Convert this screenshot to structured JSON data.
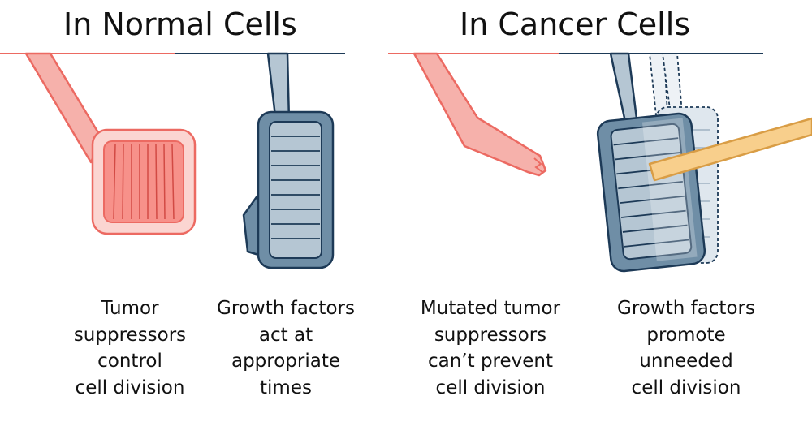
{
  "panels": {
    "normal": {
      "heading": "In Normal Cells",
      "brake_caption": [
        "Tumor",
        "suppressors",
        "control",
        "cell division"
      ],
      "gas_caption": [
        "Growth factors",
        "act at",
        "appropriate",
        "times"
      ]
    },
    "cancer": {
      "heading": "In Cancer Cells",
      "brake_caption": [
        "Mutated tumor",
        "suppressors",
        "can’t prevent",
        "cell division"
      ],
      "gas_caption": [
        "Growth factors",
        "promote",
        "unneeded",
        "cell division"
      ]
    }
  },
  "colors": {
    "brake_fill": "#f6b1ab",
    "brake_stroke": "#ec6a62",
    "brake_inner": "#f7918a",
    "gas_fill": "#6f8ea6",
    "gas_arm": "#b5c6d3",
    "gas_stroke": "#1d3a57",
    "gas_ghost": "#dfe7ee",
    "stick_fill": "#f8cf8c",
    "stick_stroke": "#d99d45"
  }
}
